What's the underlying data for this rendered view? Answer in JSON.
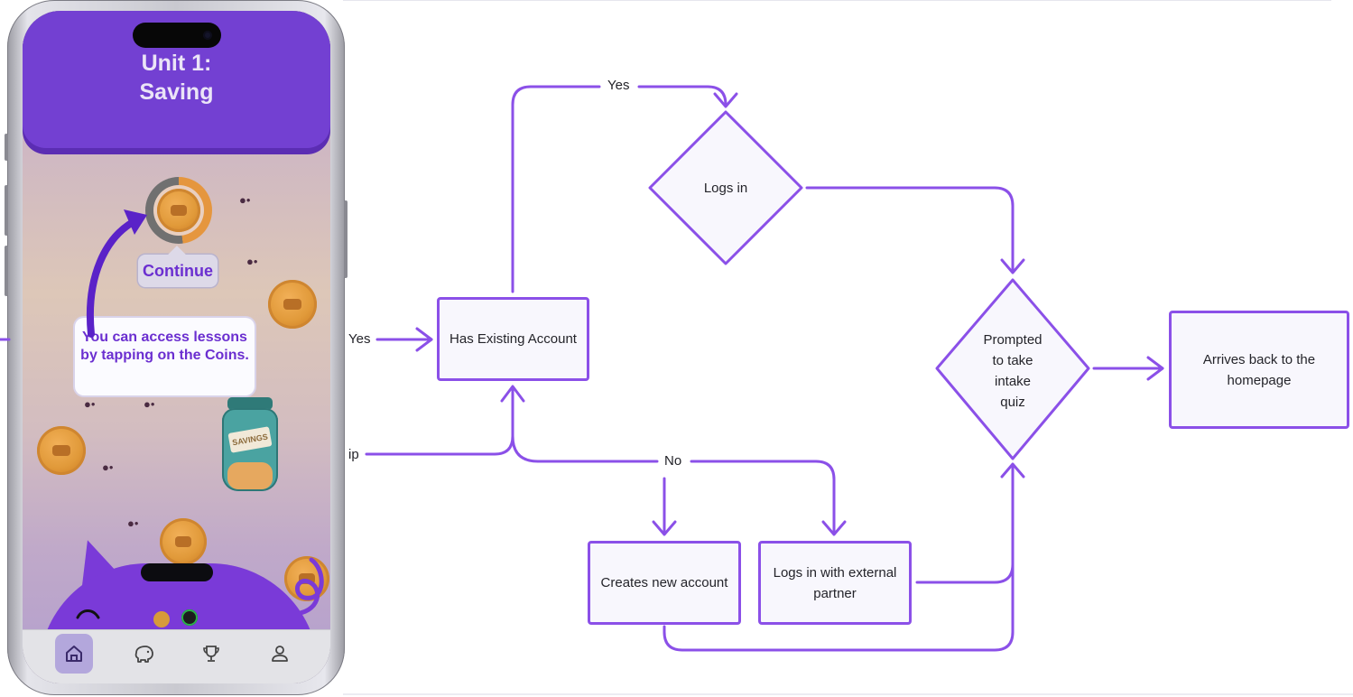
{
  "phone": {
    "unit_title_line1": "Unit 1:",
    "unit_title_line2": "Saving",
    "continue_button": "Continue",
    "tooltip_text": "You can access lessons by tapping on the Coins.",
    "jar_label": "SAVINGS",
    "tabs": [
      {
        "icon": "home-icon",
        "active": true
      },
      {
        "icon": "piggy-bank-icon",
        "active": false
      },
      {
        "icon": "trophy-icon",
        "active": false
      },
      {
        "icon": "profile-icon",
        "active": false
      }
    ],
    "colors": {
      "accent": "#7340d2",
      "tab_active": "#b3a7dc"
    }
  },
  "flowchart": {
    "edge_labels": {
      "yes_left": "Yes",
      "partial_left": "ip",
      "yes_top": "Yes",
      "no": "No"
    },
    "nodes": {
      "has_existing_account": "Has Existing Account",
      "logs_in": "Logs in",
      "prompted_quiz": [
        "Prompted",
        "to take",
        "intake",
        "quiz"
      ],
      "arrives_homepage": "Arrives back to the homepage",
      "creates_new_account": "Creates new account",
      "logs_in_external": "Logs in with external partner"
    },
    "colors": {
      "stroke": "#8b50e8",
      "fill": "#f8f7fd"
    }
  }
}
